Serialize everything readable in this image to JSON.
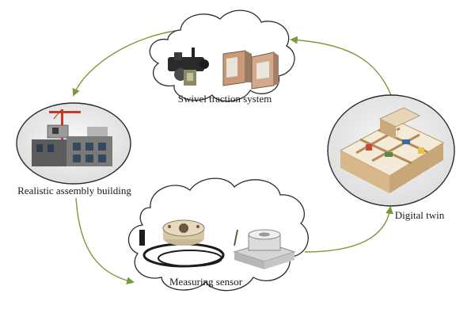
{
  "nodes": {
    "swivel": {
      "label": "Swivel traction system"
    },
    "assembly": {
      "label": "Realistic assembly building"
    },
    "sensor": {
      "label": "Measuring sensor"
    },
    "twin": {
      "label": "Digital twin"
    }
  },
  "colors": {
    "arrow": "#7a9a3a",
    "outline": "#2b2b2b",
    "ellipse_fill": "#efefef"
  }
}
